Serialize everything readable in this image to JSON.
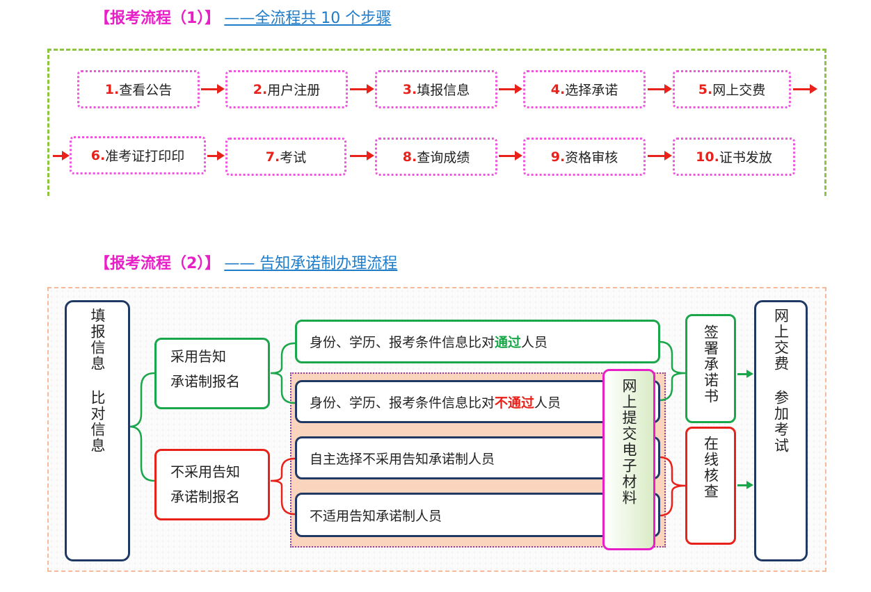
{
  "section1": {
    "title_bracket": "【报考流程（1）】",
    "title_sub": "——全流程共 10 个步骤",
    "steps": [
      {
        "num": "1.",
        "label": "查看公告"
      },
      {
        "num": "2.",
        "label": "用户注册"
      },
      {
        "num": "3.",
        "label": "填报信息"
      },
      {
        "num": "4.",
        "label": "选择承诺"
      },
      {
        "num": "5.",
        "label": "网上交费"
      },
      {
        "num": "6.",
        "label": "准考证打印印"
      },
      {
        "num": "7.",
        "label": "考试"
      },
      {
        "num": "8.",
        "label": "查询成绩"
      },
      {
        "num": "9.",
        "label": "资格审核"
      },
      {
        "num": "10.",
        "label": "证书发放"
      }
    ]
  },
  "section2": {
    "title_bracket": "【报考流程（2）】",
    "title_sub": "—— 告知承诺制办理流程",
    "fill_info": "填报信息 比对信息",
    "adopt_line1": "采用告知",
    "adopt_line2": "承诺制报名",
    "not_adopt_line1": "不采用告知",
    "not_adopt_line2": "承诺制报名",
    "row1_prefix": "身份、学历、报考条件信息比对",
    "row1_status": "通过",
    "row1_suffix": "人员",
    "row2_prefix": "身份、学历、报考条件信息比对",
    "row2_status": "不通过",
    "row2_suffix": "人员",
    "row3": "自主选择不采用告知承诺制人员",
    "row4": "不适用告知承诺制人员",
    "submit_material": "网上提交电子材料",
    "sign_pledge": "签署承诺书",
    "online_check": "在线核查",
    "pay_exam": "网上交费 参加考试"
  },
  "colors": {
    "title_magenta": "#e81ec7",
    "title_link": "#1f7cc9",
    "flow_red": "#e8221b",
    "flow_green": "#1aa64a",
    "navy": "#1f3864",
    "dashed_green": "#8cc53f"
  }
}
